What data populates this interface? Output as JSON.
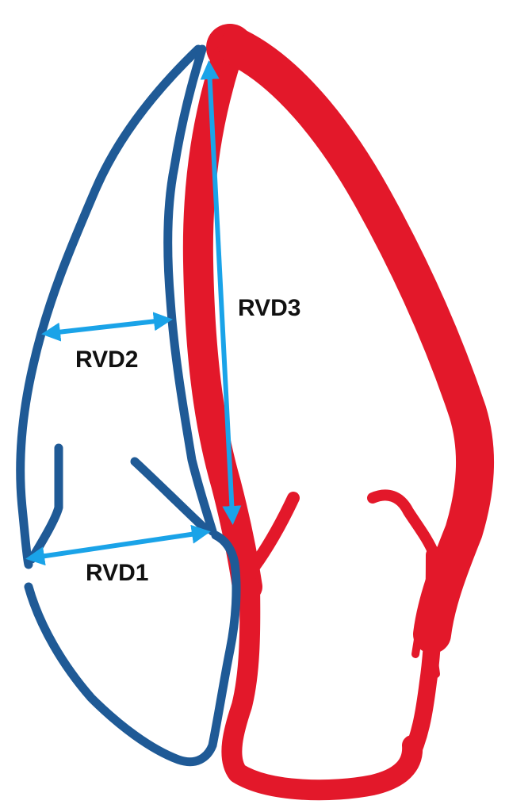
{
  "labels": {
    "rvd1": "RVD1",
    "rvd2": "RVD2",
    "rvd3": "RVD3"
  },
  "colors": {
    "right_ventricle": "#1f5a96",
    "left_ventricle": "#e3182a",
    "measurement_arrow": "#1aa3e8",
    "label_text": "#111111",
    "background": "#ffffff"
  }
}
